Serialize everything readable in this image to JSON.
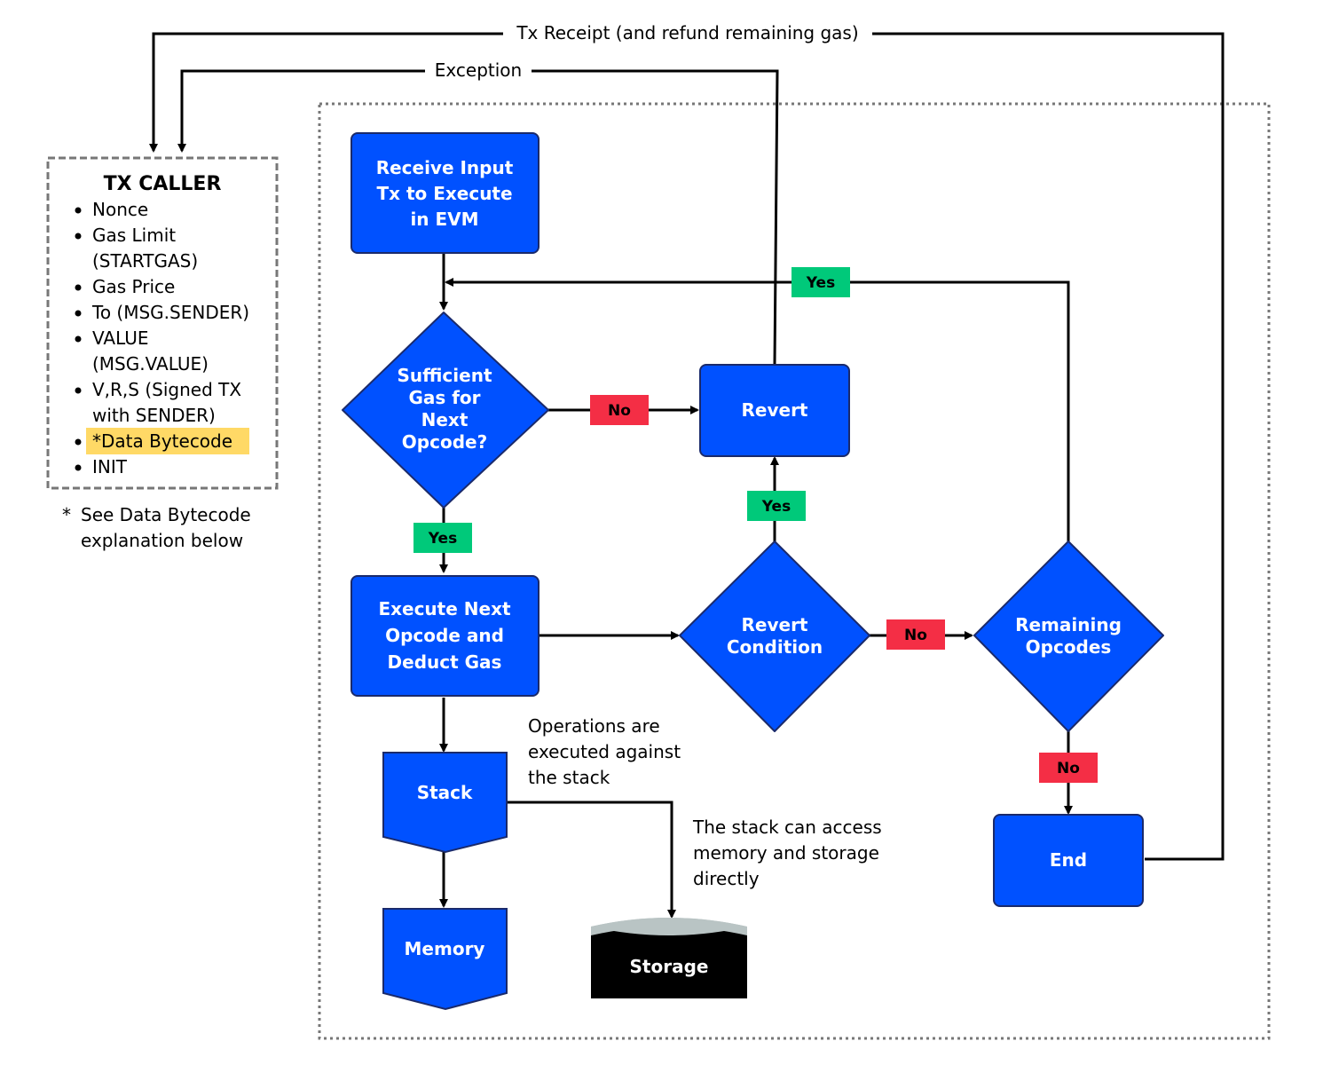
{
  "colors": {
    "box_fill": "#0051ff",
    "box_stroke": "#1a2a6b",
    "yes_tag": "#00c97a",
    "no_tag": "#f42e45",
    "highlight": "#ffd966",
    "storage_top": "#b9c4c4",
    "storage_body": "#000000"
  },
  "feedback": {
    "receipt": "Tx Receipt (and refund remaining gas)",
    "exception": "Exception"
  },
  "caller": {
    "title": "TX CALLER",
    "items": [
      [
        "Nonce"
      ],
      [
        "Gas Limit",
        "(STARTGAS)"
      ],
      [
        "Gas Price"
      ],
      [
        "To (MSG.SENDER)"
      ],
      [
        "VALUE",
        "(MSG.VALUE)"
      ],
      [
        "V,R,S (Signed TX",
        "with SENDER)"
      ],
      [
        "*Data Bytecode"
      ],
      [
        "INIT"
      ]
    ],
    "highlighted_item": "*Data Bytecode",
    "footnote_marker": "*",
    "footnote_lines": [
      "See Data Bytecode",
      "explanation below"
    ]
  },
  "nodes": {
    "receive_input": [
      "Receive Input",
      "Tx to Execute",
      "in EVM"
    ],
    "sufficient_gas": [
      "Sufficient",
      "Gas for",
      "Next",
      "Opcode?"
    ],
    "revert": [
      "Revert"
    ],
    "execute_next": [
      "Execute Next",
      "Opcode and",
      "Deduct Gas"
    ],
    "revert_condition": [
      "Revert",
      "Condition"
    ],
    "remaining_opcodes": [
      "Remaining",
      "Opcodes"
    ],
    "stack": [
      "Stack"
    ],
    "memory": [
      "Memory"
    ],
    "storage": [
      "Storage"
    ],
    "end": [
      "End"
    ]
  },
  "tags": {
    "yes": "Yes",
    "no": "No"
  },
  "notes": {
    "stack_ops": [
      "Operations are",
      "executed against",
      "the stack"
    ],
    "stack_access": [
      "The stack can access",
      "memory and storage",
      "directly"
    ]
  }
}
